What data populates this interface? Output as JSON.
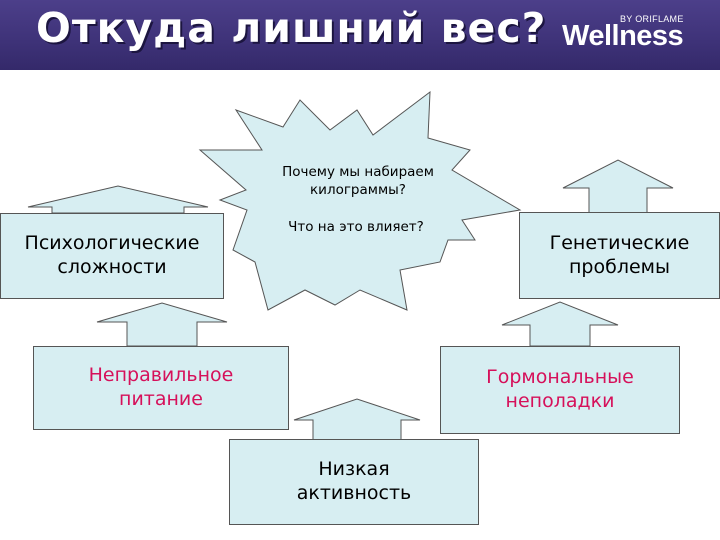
{
  "slide": {
    "title": "Откуда лишний вес?",
    "logo": {
      "brand": "Wellness",
      "byline": "BY ORIFLAME"
    },
    "star": {
      "line1": "Почему мы набираем",
      "line2": "килограммы?",
      "line3": "Что на это влияет?"
    },
    "boxes": [
      {
        "line1": "Психологические",
        "line2": "сложности",
        "color": "#000000"
      },
      {
        "line1": "Генетические",
        "line2": "проблемы",
        "color": "#000000"
      },
      {
        "line1": "Неправильное",
        "line2": "питание",
        "color": "#d6105a"
      },
      {
        "line1": "Гормональные",
        "line2": "неполадки",
        "color": "#d6105a"
      },
      {
        "line1": "Низкая",
        "line2": "активность",
        "color": "#000000"
      }
    ],
    "colors": {
      "header": "#3e3278",
      "box_fill": "#d7eef2",
      "arrow_fill": "#d7eef2",
      "accent_text": "#d6105a"
    }
  }
}
